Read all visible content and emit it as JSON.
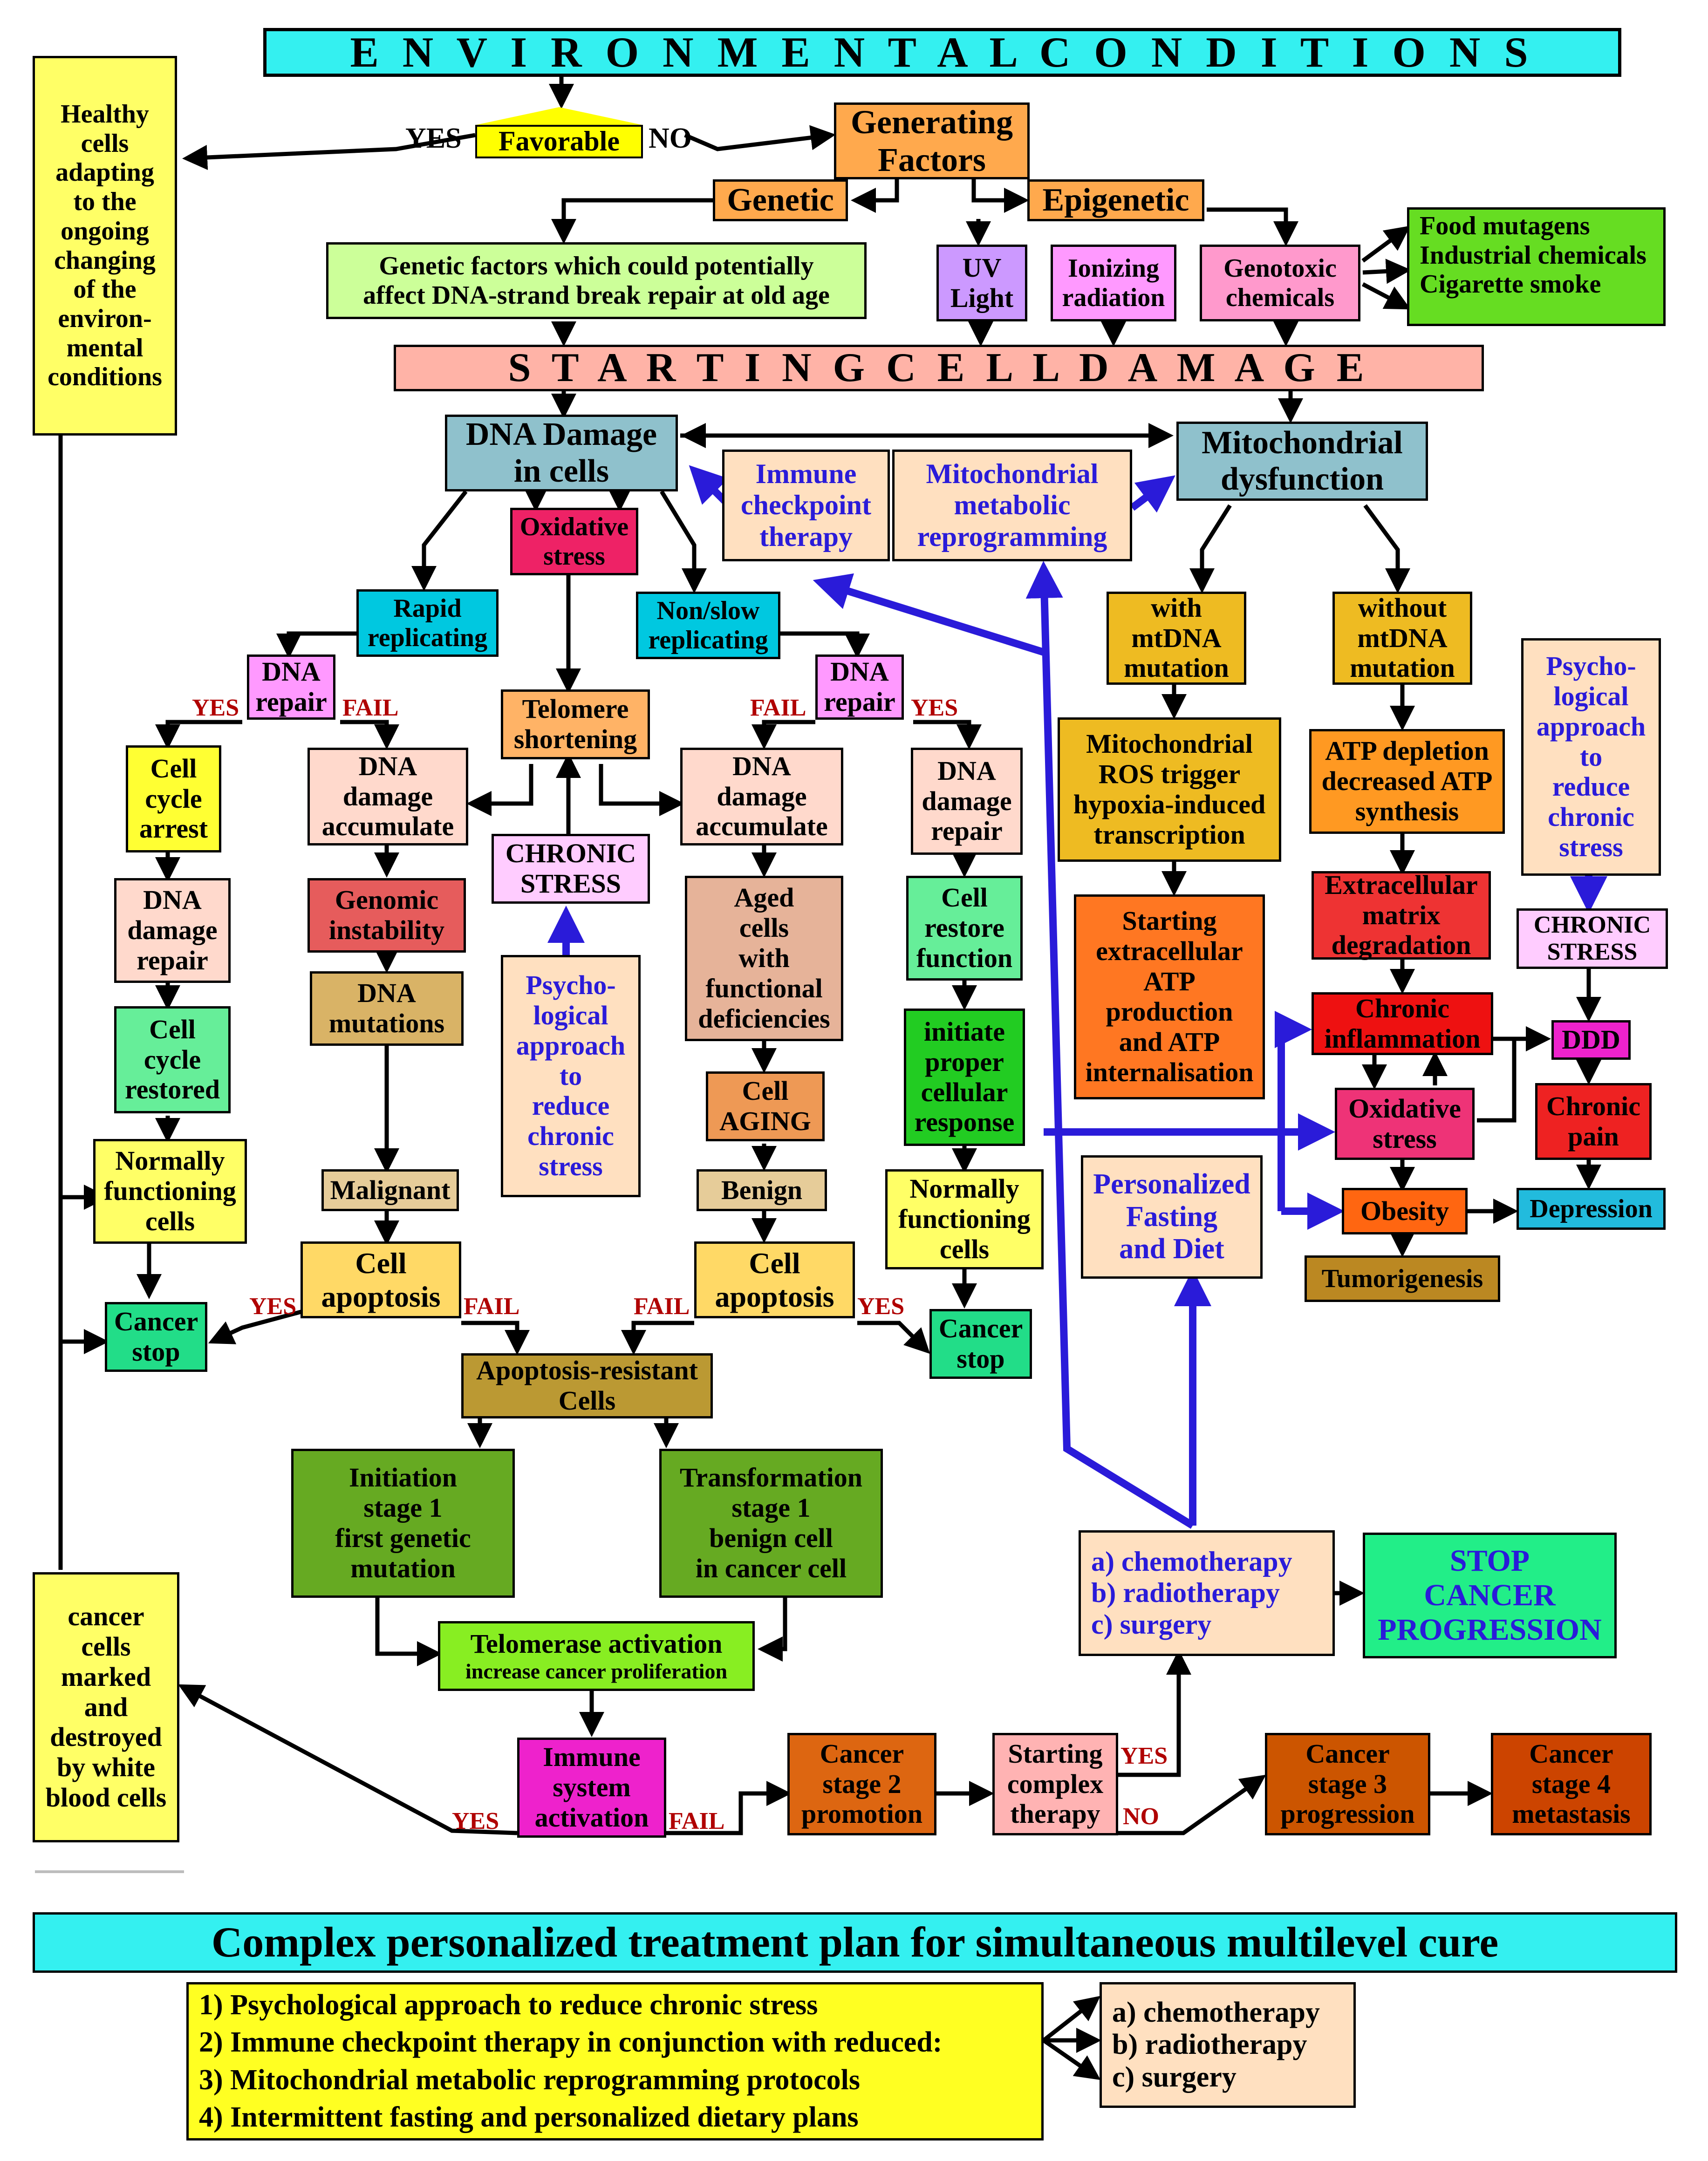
{
  "header": {
    "title": "E N V I R O N M E N T A L    C O N D I T I O N S",
    "color": "#34f0f0"
  },
  "decision": {
    "favorable": "Favorable",
    "yes": "YES",
    "no": "NO"
  },
  "healthy": "Healthy\ncells\nadapting\nto the\nongoing\nchanging\nof the\nenviron-\nmental\nconditions",
  "generating": "Generating\nFactors",
  "genetic": "Genetic",
  "epigenetic": "Epigenetic",
  "genetic_factors": "Genetic factors which could potentially\naffect DNA-strand break repair at old age",
  "uv": "UV\nLight",
  "ionizing": "Ionizing\nradiation",
  "genotoxic": "Genotoxic\nchemicals",
  "mutagens": [
    "Food mutagens",
    "Industrial chemicals",
    "Cigarette smoke"
  ],
  "starting_damage": "S T A R T I N G    C E L L    D A M A G E",
  "dna_damage": "DNA Damage\nin cells",
  "oxidative_top": "Oxidative\nstress",
  "immune_therapy": "Immune\ncheckpoint\ntherapy",
  "mito_reprog": "Mitochondrial\nmetabolic\nreprogramming",
  "mito_dys": "Mitochondrial\ndysfunction",
  "rapid": "Rapid\nreplicating",
  "nonslow": "Non/slow\nreplicating",
  "dna_repair_l": "DNA\nrepair",
  "dna_repair_r": "DNA\nrepair",
  "telomere": "Telomere\nshortening",
  "cell_cycle_arrest": "Cell\ncycle\narrest",
  "dna_accum_l": "DNA\ndamage\naccumulate",
  "dna_accum_r": "DNA\ndamage\naccumulate",
  "dna_damage_repair_r": "DNA\ndamage\nrepair",
  "chronic_stress_mid": "CHRONIC\nSTRESS",
  "dna_damage_repair_l": "DNA\ndamage\nrepair",
  "genomic": "Genomic\ninstability",
  "aged_cells": "Aged\ncells\nwith\nfunctional\ndeficiencies",
  "cell_restore": "Cell\nrestore\nfunction",
  "cell_cycle_restored": "Cell\ncycle\nrestored",
  "dna_mutations": "DNA\nmutations",
  "psych_mid": "Psycho-\nlogical\napproach\nto\nreduce\nchronic\nstress",
  "cell_aging": "Cell\nAGING",
  "initiate_proper": "initiate\nproper\ncellular\nresponse",
  "normally_l": "Normally\nfunctioning\ncells",
  "malignant": "Malignant",
  "benign": "Benign",
  "normally_r": "Normally\nfunctioning\ncells",
  "cell_apop_l": "Cell\napoptosis",
  "cell_apop_r": "Cell\napoptosis",
  "cancer_stop_l": "Cancer\nstop",
  "cancer_stop_r": "Cancer\nstop",
  "apop_resistant": "Apoptosis-resistant\nCells",
  "initiation": "Initiation\nstage 1\nfirst genetic\nmutation",
  "transformation": "Transformation\nstage 1\nbenign cell\nin cancer cell",
  "telomerase": {
    "line1": "Telomerase activation",
    "line2": "increase cancer proliferation"
  },
  "immune_activation": "Immune\nsystem\nactivation",
  "cancer_marked": "cancer\ncells\nmarked\nand\ndestroyed\nby white\nblood cells",
  "cancer_stage2": "Cancer\nstage 2\npromotion",
  "complex_therapy": "Starting\ncomplex\ntherapy",
  "cancer_stage3": "Cancer\nstage 3\nprogression",
  "cancer_stage4": "Cancer\nstage 4\nmetastasis",
  "treatments": "a) chemotherapy\nb) radiotherapy\nc) surgery",
  "stop_cancer": "STOP\nCANCER\nPROGRESSION",
  "with_mt": "with\nmtDNA\nmutation",
  "without_mt": "without\nmtDNA\nmutation",
  "psych_right": "Psycho-\nlogical\napproach\nto\nreduce\nchronic\nstress",
  "mito_ros": "Mitochondrial\nROS trigger\nhypoxia-induced\ntranscription",
  "atp_depletion": "ATP depletion\ndecreased ATP\nsynthesis",
  "chronic_stress_right": "CHRONIC\nSTRESS",
  "starting_atp": "Starting\nextracellular\nATP\nproduction\nand ATP\ninternalisation",
  "ecm": "Extracellular\nmatrix\ndegradation",
  "chronic_inflam": "Chronic\ninflammation",
  "ddd": "DDD",
  "oxidative_right": "Oxidative\nstress",
  "chronic_pain": "Chronic\npain",
  "personalized": "Personalized\nFasting\nand Diet",
  "obesity": "Obesity",
  "depression": "Depression",
  "tumorigenesis": "Tumorigenesis",
  "labels": {
    "yes": "YES",
    "fail": "FAIL",
    "no": "NO"
  },
  "plan_title": "Complex personalized treatment plan for simultaneous multilevel cure",
  "plan_items": [
    "1) Psychological approach to reduce chronic stress",
    "2) Immune checkpoint therapy in conjunction with reduced:",
    "3) Mitochondrial metabolic reprogramming protocols",
    "4) Intermittent fasting and personalized dietary plans"
  ],
  "plan_treatments": "a) chemotherapy\nb) radiotherapy\nc) surgery"
}
